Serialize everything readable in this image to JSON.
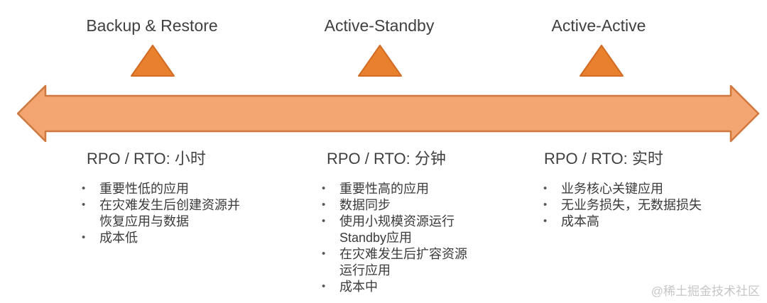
{
  "diagram": {
    "columns": [
      {
        "title": "Backup & Restore",
        "rpo_label": "RPO / RTO: 小时",
        "bullets": [
          "重要性低的应用",
          "在灾难发生后创建资源并恢复应用与数据",
          "成本低"
        ]
      },
      {
        "title": "Active-Standby",
        "rpo_label": "RPO / RTO: 分钟",
        "bullets": [
          "重要性高的应用",
          "数据同步",
          "使用小规模资源运行Standby应用",
          "在灾难发生后扩容资源运行应用",
          "成本中"
        ]
      },
      {
        "title": "Active-Active",
        "rpo_label": "RPO / RTO: 实时",
        "bullets": [
          "业务核心关键应用",
          "无业务损失，无数据损失",
          "成本高"
        ]
      }
    ],
    "watermark": "@稀土掘金技术社区"
  },
  "colors": {
    "arrow_fill": "#F4A672",
    "arrow_stroke": "#D0793F",
    "triangle_fill": "#E8812D",
    "triangle_stroke": "#D26B23",
    "title_text": "#404040",
    "body_text": "#3B3B3B",
    "bullet_dot": "#595959",
    "watermark_text": "#C6C6C6"
  }
}
